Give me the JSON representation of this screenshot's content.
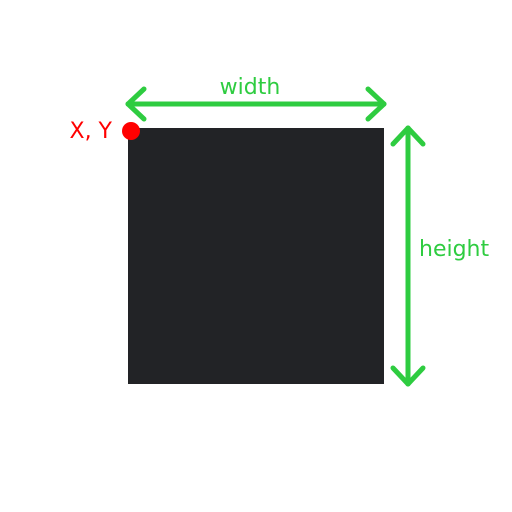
{
  "labels": {
    "width": "width",
    "height": "height",
    "origin": "X, Y"
  },
  "colors": {
    "background": "#ffffff",
    "rectangle": "#222326",
    "dimension_arrows": "#2ecc40",
    "origin_marker": "#ff0000"
  },
  "icons": {
    "origin": "origin-dot-icon",
    "width_arrow": "double-headed-horizontal-arrow-icon",
    "height_arrow": "double-headed-vertical-arrow-icon"
  }
}
